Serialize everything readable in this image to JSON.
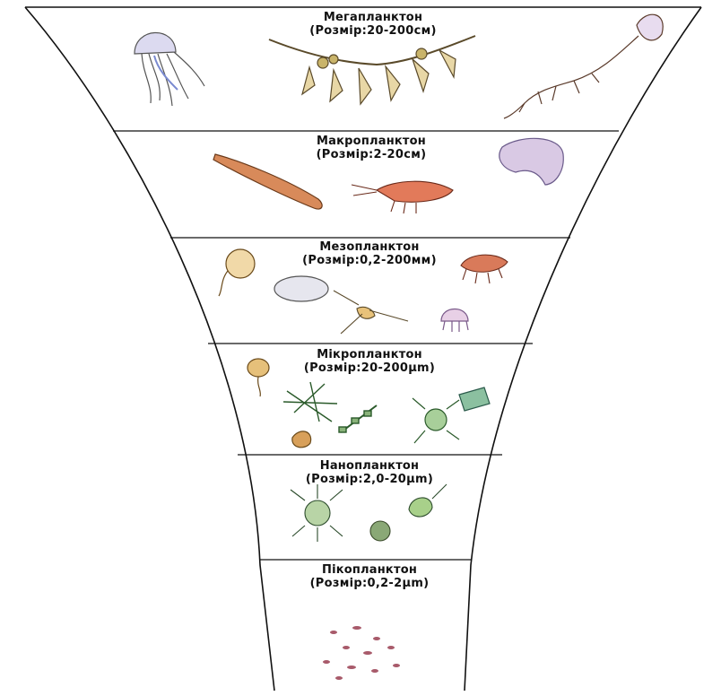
{
  "levels": [
    {
      "title": "Мегапланктон",
      "size": "(Розмір:20-200см)"
    },
    {
      "title": "Макропланктон",
      "size": "(Розмір:2-20см)"
    },
    {
      "title": "Мезопланктон",
      "size": "(Розмір:0,2-200мм)"
    },
    {
      "title": "Мікропланктон",
      "size": "(Розмір:20-200µm)"
    },
    {
      "title": "Нанопланктон",
      "size": "(Розмір:2,0-20µm)"
    },
    {
      "title": "Пікопланктон",
      "size": "(Розмір:0,2-2µm)"
    }
  ],
  "organisms": {
    "mega": [
      "jellyfish-icon",
      "seaweed-icon",
      "siphonophore-icon"
    ],
    "macro": [
      "fish-larva-icon",
      "shrimp-icon",
      "salp-icon"
    ],
    "meso": [
      "larva-icon",
      "ostracod-icon",
      "copepod-icon",
      "amphipod-icon",
      "small-jelly-icon"
    ],
    "micro": [
      "dinoflagellate-icon",
      "diatom-chain-icon",
      "diatom-icon",
      "tintinnid-icon",
      "radiolarian-icon",
      "ciliate-icon"
    ],
    "nano": [
      "coccolith-icon",
      "flagellate-icon",
      "nano-cell-icon"
    ],
    "pico": [
      "bacteria-icon"
    ]
  },
  "colors": {
    "outline": "#111111",
    "shrimp": "#d98a5a",
    "jelly": "#b8b5d8",
    "green": "#6f9f6a",
    "tan": "#c9a15c"
  }
}
